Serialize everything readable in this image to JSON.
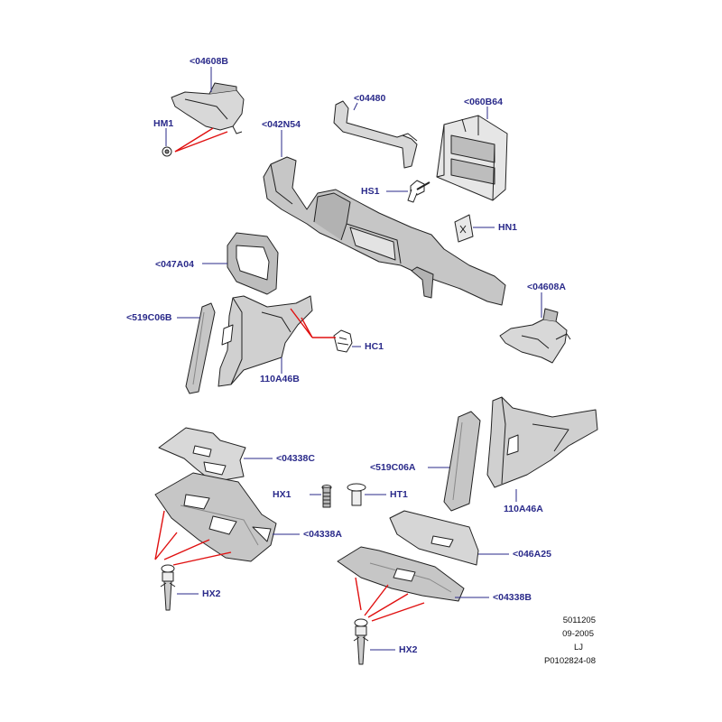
{
  "diagram": {
    "parts": {
      "p04608B": "<04608B",
      "pHM1": "HM1",
      "p04480": "<04480",
      "p060B64": "<060B64",
      "p042N54": "<042N54",
      "pHS1": "HS1",
      "pHN1": "HN1",
      "p047A04": "<047A04",
      "p04608A": "<04608A",
      "p519C06B": "<519C06B",
      "pHC1": "HC1",
      "p110A46B": "110A46B",
      "p04338C": "<04338C",
      "p519C06A": "<519C06A",
      "p110A46A": "110A46A",
      "pHX1": "HX1",
      "pHT1": "HT1",
      "p04338A": "<04338A",
      "p046A25": "<046A25",
      "pHX2a": "HX2",
      "p04338B": "<04338B",
      "pHX2b": "HX2"
    },
    "info": {
      "code": "5011205",
      "date": "09-2005",
      "initials": "LJ",
      "ref": "P0102824-08"
    },
    "colors": {
      "label": "#2a2a8a",
      "leader": "#2a2a8a",
      "callout": "#e01010",
      "line": "#222222",
      "fill_light": "#d8d8d8",
      "fill_mid": "#a8a8a8"
    }
  }
}
